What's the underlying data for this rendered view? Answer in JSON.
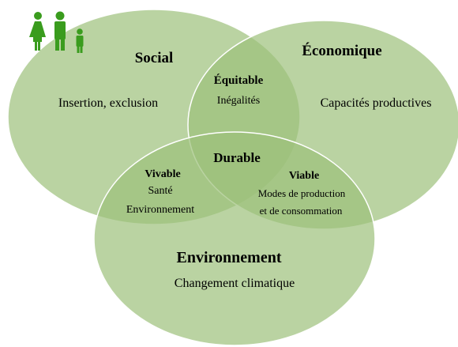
{
  "colors": {
    "circle_fill": "#9dc17a",
    "circle_stroke": "#ffffff",
    "people_icon": "#3a9c1e",
    "text": "#000000"
  },
  "icon": "family-people-icon",
  "circles": {
    "social": {
      "title": "Social",
      "text": "Insertion, exclusion"
    },
    "economique": {
      "title": "Économique",
      "text": "Capacités productives"
    },
    "environnement": {
      "title": "Environnement",
      "text": "Changement climatique"
    }
  },
  "intersections": {
    "equitable": {
      "title": "Équitable",
      "text": "Inégalités"
    },
    "durable": {
      "title": "Durable"
    },
    "vivable": {
      "title": "Vivable",
      "line1": "Santé",
      "line2": "Environnement"
    },
    "viable": {
      "title": "Viable",
      "line1": "Modes de production",
      "line2": "et de consommation"
    }
  }
}
